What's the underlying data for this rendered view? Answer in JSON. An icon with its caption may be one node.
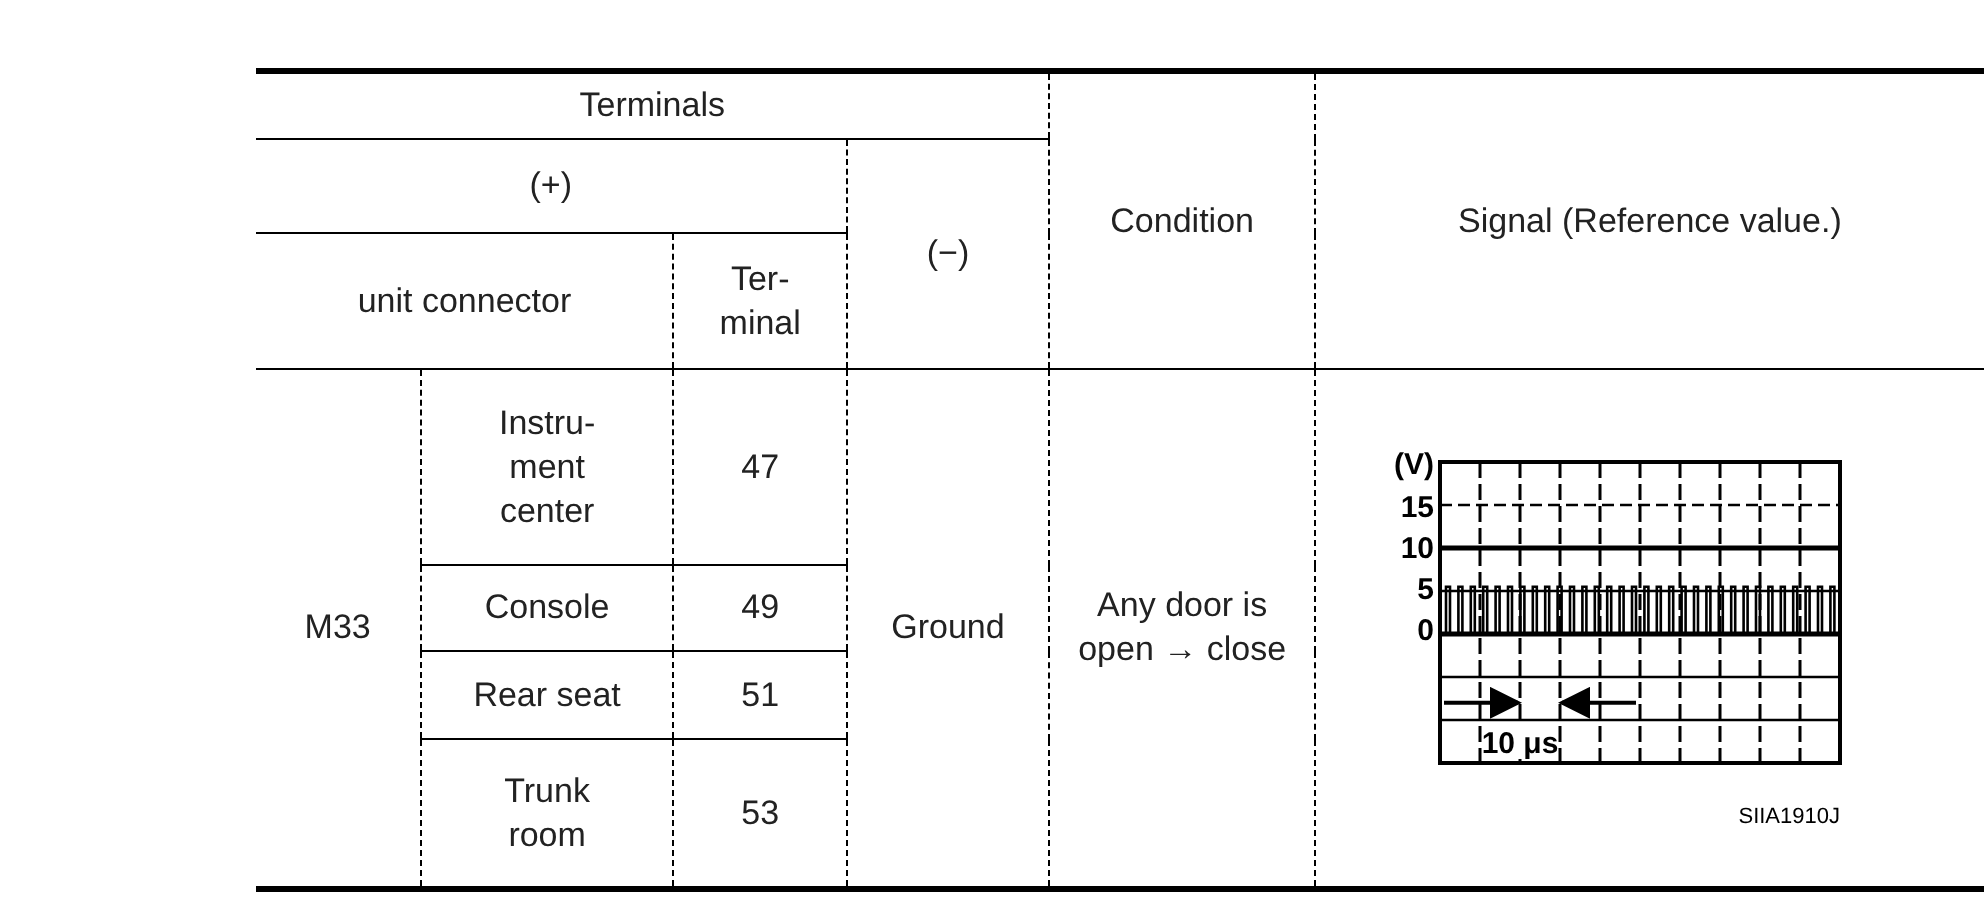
{
  "diagram": {
    "labels": [
      "Terminals",
      "Condition",
      "Signal (Reference value.)",
      "(+)",
      "(−)",
      "unit connector",
      "Ter- minal",
      "M33",
      "Instru- ment center",
      "47",
      "Ground",
      "Any door is open → close",
      "Console",
      "49",
      "Rear seat",
      "51",
      "Trunk room",
      "53",
      "(V)",
      "15",
      "10",
      "5",
      "0",
      "10 μs",
      "SIIA1910J"
    ]
  }
}
